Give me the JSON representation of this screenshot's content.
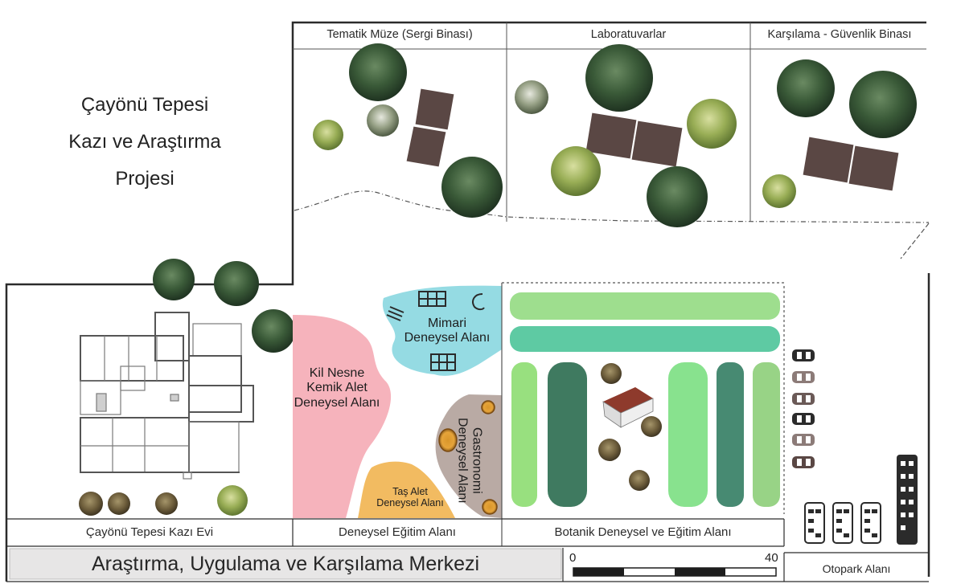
{
  "project_title": {
    "line1": "Çayönü Tepesi",
    "line2": "Kazı ve Araştırma",
    "line3": "Projesi"
  },
  "top_sections": {
    "museum": "Tematik  Müze (Sergi Binası)",
    "labs": "Laboratuvarlar",
    "reception": "Karşılama - Güvenlik Binası"
  },
  "areas": {
    "clay": {
      "line1": "Kil Nesne",
      "line2": "Kemik Alet",
      "line3": "Deneysel Alanı"
    },
    "architecture": {
      "line1": "Mimari",
      "line2": "Deneysel Alanı"
    },
    "gastronomy": {
      "line1": "Gastronomi",
      "line2": "Deneysel Alanı"
    },
    "stone_tool": {
      "line1": "Taş Alet",
      "line2": "Deneysel Alanı"
    }
  },
  "bottom_labels": {
    "excavation_house": "Çayönü Tepesi Kazı Evi",
    "experimental_training": "Deneysel Eğitim Alanı",
    "botanic": "Botanik Deneysel ve Eğitim Alanı",
    "parking": "Otopark Alanı"
  },
  "footer": {
    "center_title": "Araştırma, Uygulama ve Karşılama Merkezi",
    "scale_start": "0",
    "scale_end": "40"
  },
  "colors": {
    "clay_area": "#f6b3bc",
    "architecture_area": "#95dbe3",
    "gastronomy_area": "#b9aaa4",
    "stone_tool_area": "#f2bb61",
    "building_roof": "#5a4744",
    "footer_band": "#e7e6e6"
  }
}
